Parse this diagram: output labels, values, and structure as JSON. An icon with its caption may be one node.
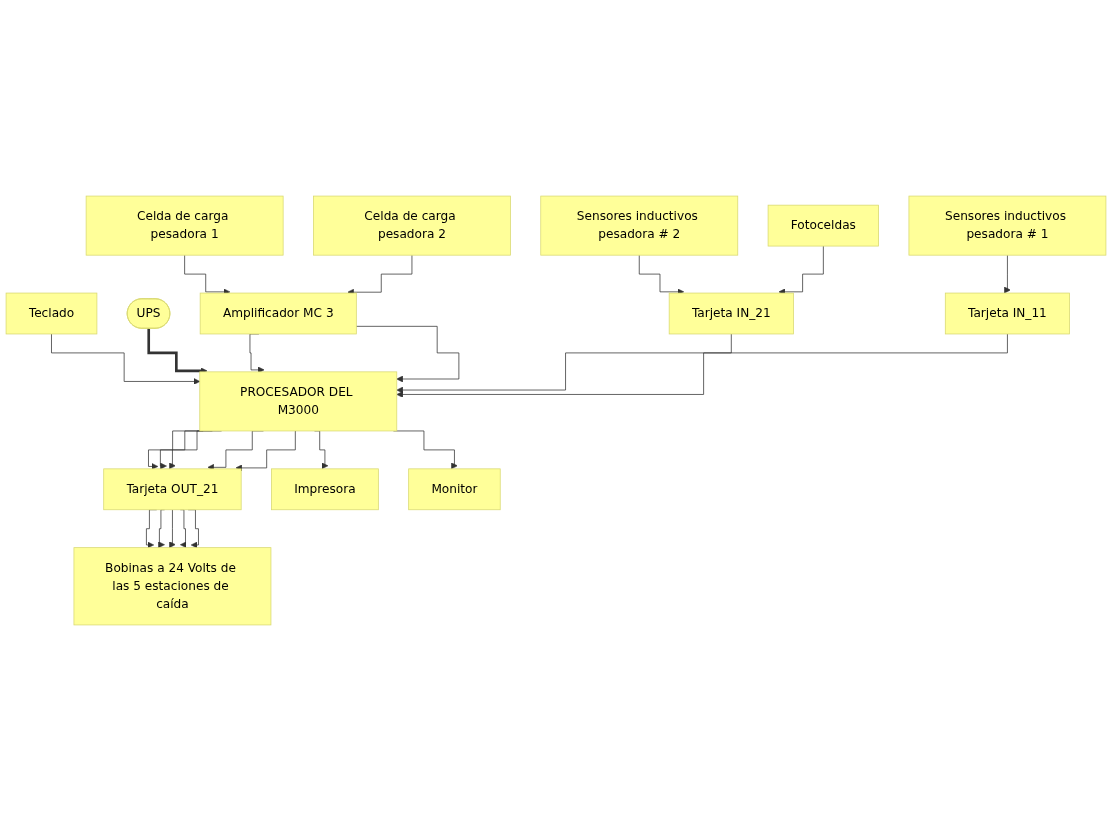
{
  "diagram": {
    "nodes": [
      {
        "text": [
          "Tarjeta OUT_21"
        ]
      },
      {
        "text": [
          "Impresora"
        ]
      },
      {
        "text": [
          "Teclado"
        ]
      },
      {
        "text": [
          "Monitor"
        ]
      },
      {
        "text": [
          "PROCESADOR DEL M3000"
        ]
      },
      {
        "text": [
          "UPS"
        ]
      },
      {
        "text": [
          "Bobinas a 24 Volts de las 5 estaciones de caída"
        ]
      },
      {
        "text": [
          "Amplificador MC 3"
        ]
      },
      {
        "text": [
          "Tarjeta IN_21"
        ]
      },
      {
        "text": [
          "Tarjeta IN_11"
        ]
      },
      {
        "text": [
          "Celda de carga pesadora 1"
        ]
      },
      {
        "text": [
          "Celda de carga pesadora 2"
        ]
      },
      {
        "text": [
          "Sensores inductivos pesadora # 2"
        ]
      },
      {
        "text": [
          "Fotoceldas"
        ]
      },
      {
        "text": [
          "Sensores inductivos pesadora # 1"
        ]
      }
    ],
    "edges": [
      {
        "from": 4,
        "to": 0,
        "arrow": "to"
      },
      {
        "from": 4,
        "to": 0,
        "arrow": "to"
      },
      {
        "from": 4,
        "to": 0,
        "arrow": "to"
      },
      {
        "from": 4,
        "to": 0,
        "arrow": "to"
      },
      {
        "from": 4,
        "to": 0,
        "arrow": "to"
      },
      {
        "from": 0,
        "to": 6,
        "arrow": "to"
      },
      {
        "from": 0,
        "to": 6,
        "arrow": "to"
      },
      {
        "from": 0,
        "to": 6,
        "arrow": "to"
      },
      {
        "from": 0,
        "to": 6,
        "arrow": "to"
      },
      {
        "from": 0,
        "to": 6,
        "arrow": "to"
      },
      {
        "from": 4,
        "to": 1,
        "arrow": "to"
      },
      {
        "from": 2,
        "to": 4,
        "arrow": "to"
      },
      {
        "from": 4,
        "to": 3,
        "arrow": "to"
      },
      {
        "from": 5,
        "to": 4,
        "arrow": "to",
        "style": "thick"
      },
      {
        "from": 7,
        "to": 4,
        "arrow": "to"
      },
      {
        "from": 7,
        "to": 4,
        "arrow": "to"
      },
      {
        "from": 10,
        "to": 7,
        "arrow": "to"
      },
      {
        "from": 11,
        "to": 7,
        "arrow": "to"
      },
      {
        "from": 8,
        "to": 4,
        "arrow": "to"
      },
      {
        "from": 9,
        "to": 4,
        "arrow": "to"
      },
      {
        "from": 12,
        "to": 8,
        "arrow": "to"
      },
      {
        "from": 13,
        "to": 8,
        "arrow": "to"
      },
      {
        "from": 14,
        "to": 9,
        "arrow": "to"
      }
    ]
  }
}
